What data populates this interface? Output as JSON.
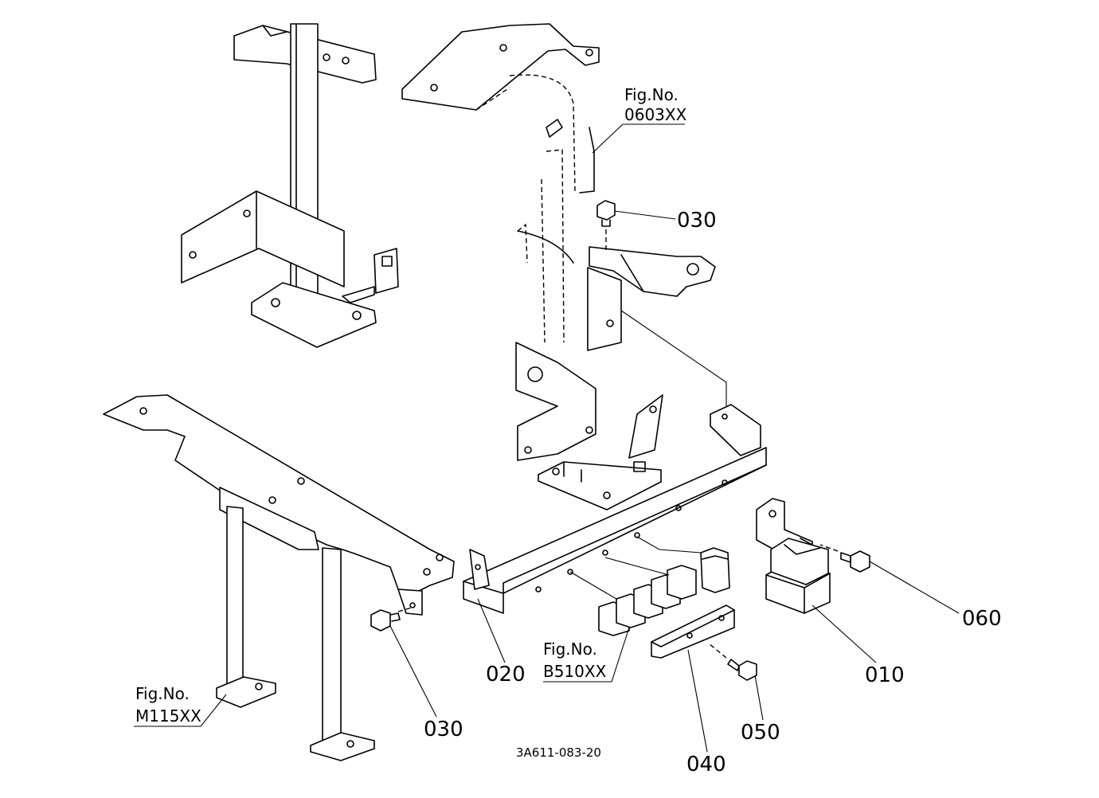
{
  "callouts": {
    "p010": "010",
    "p020": "020",
    "p030_top": "030",
    "p030_bottom": "030",
    "p040": "040",
    "p050": "050",
    "p060": "060"
  },
  "figure_refs": {
    "top": {
      "label": "Fig.No.",
      "number": "0603XX"
    },
    "middle": {
      "label": "Fig.No.",
      "number": "B510XX"
    },
    "left": {
      "label": "Fig.No.",
      "number": "M115XX"
    }
  },
  "drawing_code": "3A611-083-20"
}
